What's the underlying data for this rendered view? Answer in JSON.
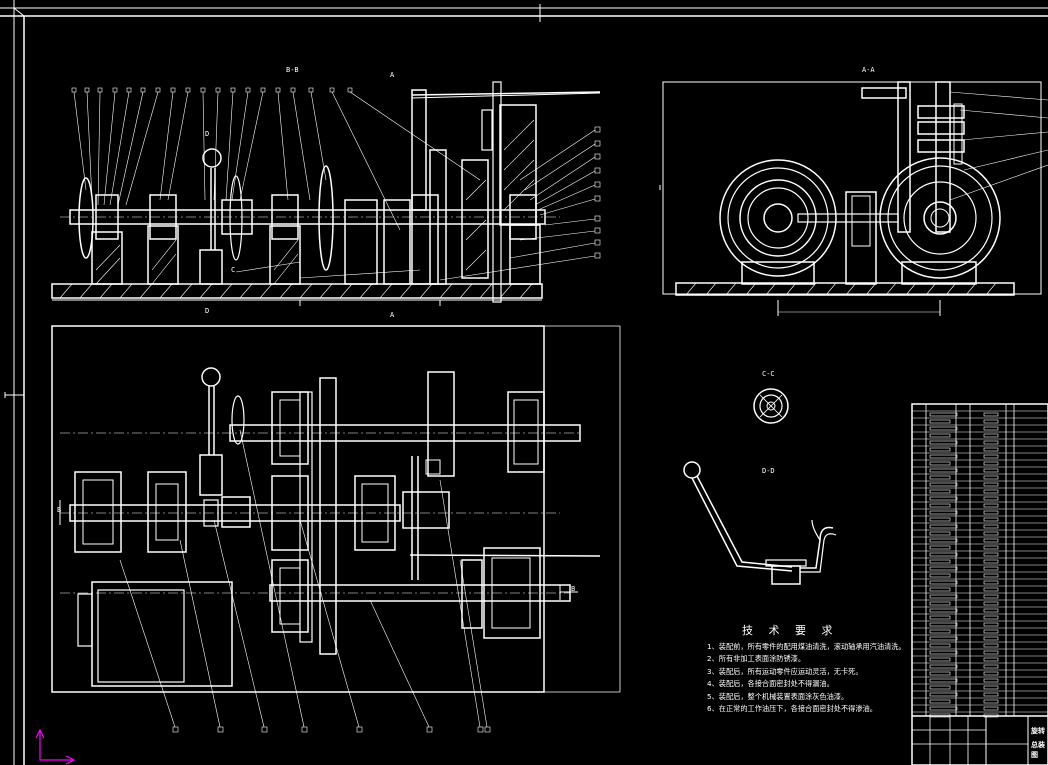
{
  "drawing": {
    "colors": {
      "background": "#000000",
      "line": "#ffffff",
      "ucs_x": "#ff00ff",
      "ucs_y": "#ff00ff"
    },
    "section_labels": {
      "bb": "B-B",
      "aa": "A-A",
      "cc": "C-C",
      "dd": "D-D",
      "a_top": "A",
      "a_bottom": "A",
      "d_top": "D",
      "d_bottom": "D",
      "c_mark": "C",
      "b_left": "B",
      "b_right": "B"
    },
    "technical_requirements": {
      "title": "技 术 要 求",
      "items": [
        "1、装配前，所有零件的配用煤油清洗，滚动轴承用汽油清洗。",
        "2、所有非加工表面涂防锈漆。",
        "3、装配后，所有运动零件应运动灵活，无卡死。",
        "4、装配后，各接合面密封处不得漏油。",
        "5、装配后，整个机械装置表面涂灰色油漆。",
        "6、在正常的工作油压下，各接合面密封处不得渗油。"
      ]
    },
    "title_block": {
      "text1": "旋转",
      "text2": "总装图"
    }
  }
}
